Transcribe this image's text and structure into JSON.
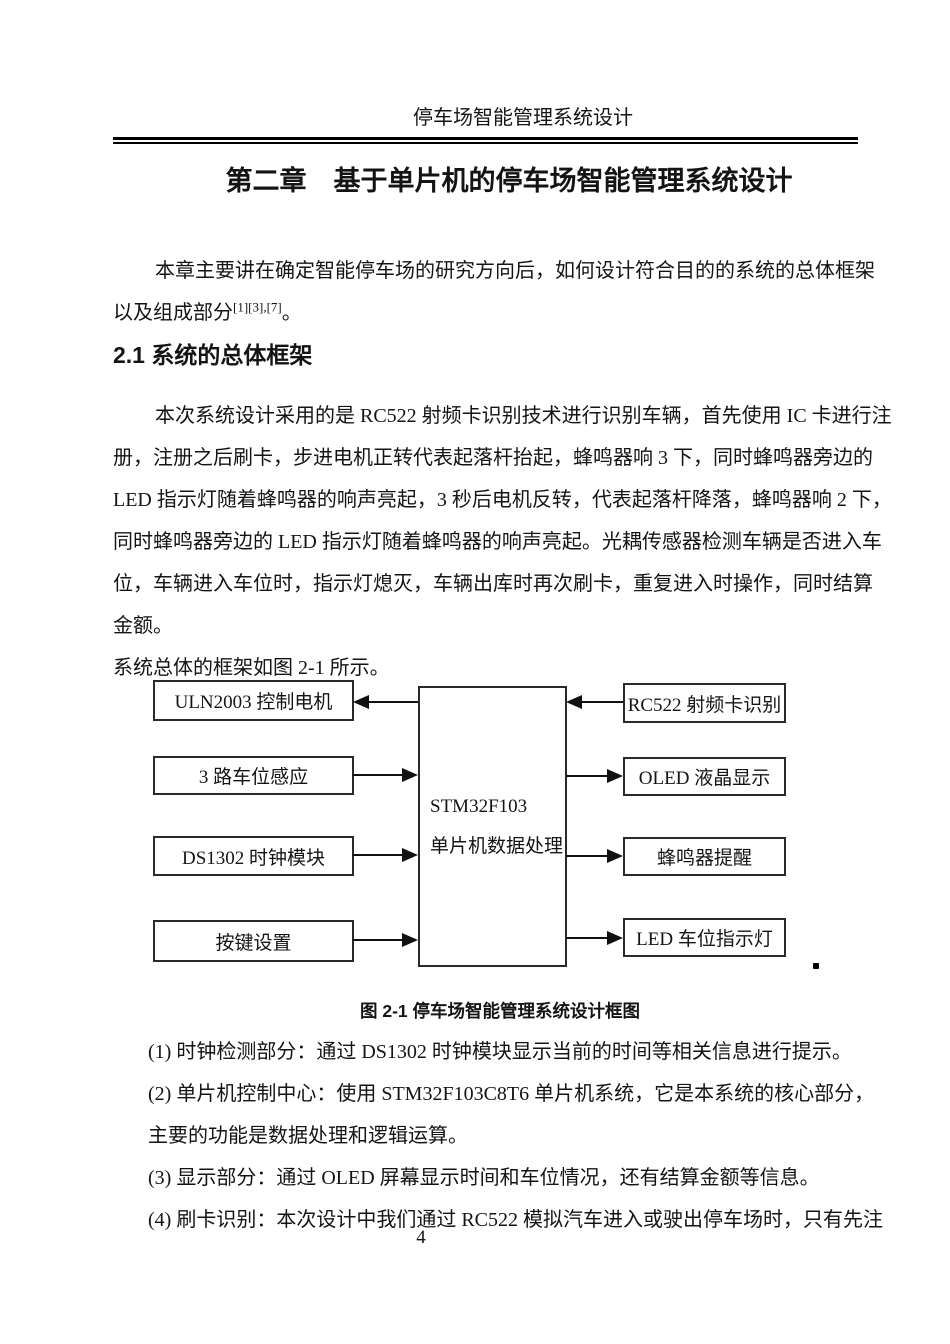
{
  "header": {
    "title": "停车场智能管理系统设计"
  },
  "chapter": {
    "title": "第二章　基于单片机的停车场智能管理系统设计"
  },
  "intro": {
    "line1": "本章主要讲在确定智能停车场的研究方向后，如何设计符合目的的系统的总体框架",
    "line2_text": "以及组成部分",
    "line2_sup": "[1][3],[7]",
    "line2_tail": "。"
  },
  "section": {
    "heading": "2.1 系统的总体框架"
  },
  "body": {
    "lines": [
      "本次系统设计采用的是 RC522 射频卡识别技术进行识别车辆，首先使用 IC 卡进行注",
      "册，注册之后刷卡，步进电机正转代表起落杆抬起，蜂鸣器响 3 下，同时蜂鸣器旁边的",
      "LED 指示灯随着蜂鸣器的响声亮起，3 秒后电机反转，代表起落杆降落，蜂鸣器响 2 下，",
      "同时蜂鸣器旁边的 LED 指示灯随着蜂鸣器的响声亮起。光耦传感器检测车辆是否进入车",
      "位，车辆进入车位时，指示灯熄灭，车辆出库时再次刷卡，重复进入时操作，同时结算",
      "金额。"
    ]
  },
  "figure": {
    "intro": "系统总体的框架如图 2-1 所示。",
    "caption": "图 2-1 停车场智能管理系统设计框图",
    "center_box": {
      "line1": "STM32F103",
      "line2": "单片机数据处理"
    },
    "left_boxes": [
      "ULN2003 控制电机",
      "3 路车位感应",
      "DS1302 时钟模块",
      "按键设置"
    ],
    "right_boxes": [
      "RC522 射频卡识别",
      "OLED 液晶显示",
      "蜂鸣器提醒",
      "LED 车位指示灯"
    ],
    "arrows": [
      {
        "from": "STM32F103 单片机数据处理",
        "to": "ULN2003 控制电机"
      },
      {
        "from": "3 路车位感应",
        "to": "STM32F103 单片机数据处理"
      },
      {
        "from": "DS1302 时钟模块",
        "to": "STM32F103 单片机数据处理"
      },
      {
        "from": "按键设置",
        "to": "STM32F103 单片机数据处理"
      },
      {
        "from": "RC522 射频卡识别",
        "to": "STM32F103 单片机数据处理"
      },
      {
        "from": "STM32F103 单片机数据处理",
        "to": "OLED 液晶显示"
      },
      {
        "from": "STM32F103 单片机数据处理",
        "to": "蜂鸣器提醒"
      },
      {
        "from": "STM32F103 单片机数据处理",
        "to": "LED 车位指示灯"
      }
    ]
  },
  "list": {
    "lines": [
      "(1) 时钟检测部分：通过 DS1302 时钟模块显示当前的时间等相关信息进行提示。",
      "(2) 单片机控制中心：使用 STM32F103C8T6 单片机系统，它是本系统的核心部分，",
      "主要的功能是数据处理和逻辑运算。",
      "(3) 显示部分：通过 OLED 屏幕显示时间和车位情况，还有结算金额等信息。",
      "(4) 刷卡识别：本次设计中我们通过 RC522 模拟汽车进入或驶出停车场时，只有先注"
    ]
  },
  "page": {
    "number": "4"
  },
  "colors": {
    "text": "#141414",
    "rule": "#000000",
    "box_border": "#2a2a2a",
    "arrow": "#111111"
  }
}
